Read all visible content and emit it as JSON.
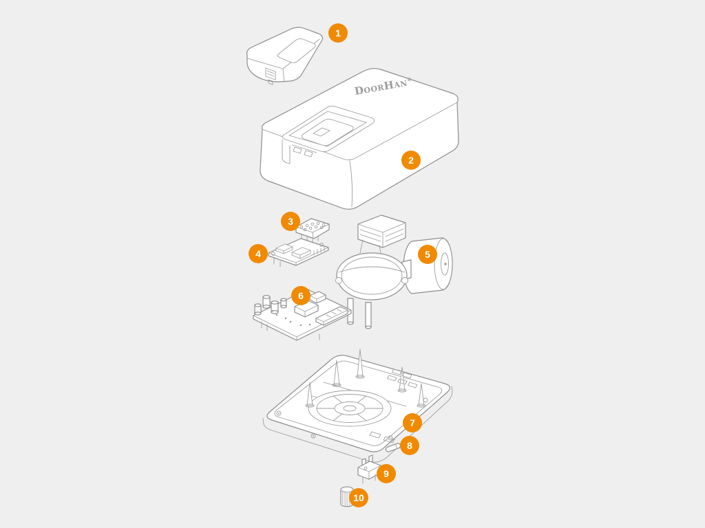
{
  "page": {
    "background": "#efefef"
  },
  "colors": {
    "accent": "#f08a00",
    "line": "#8c8c8c",
    "part_fill": "#ffffff",
    "badge_text": "#ffffff"
  },
  "brand": "DoorHan",
  "brand_mark": "®",
  "diagram": {
    "type": "exploded-view",
    "callouts": [
      {
        "number": "1"
      },
      {
        "number": "2"
      },
      {
        "number": "3"
      },
      {
        "number": "4"
      },
      {
        "number": "5"
      },
      {
        "number": "6"
      },
      {
        "number": "7"
      },
      {
        "number": "8"
      },
      {
        "number": "9"
      },
      {
        "number": "10"
      }
    ]
  }
}
